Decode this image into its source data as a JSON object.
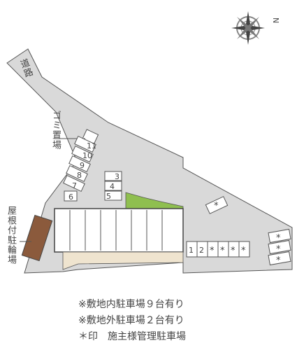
{
  "road_label": "道路",
  "garbage_label": "ゴミ置場",
  "bicycle_label": "屋根付駐輪場",
  "compass_label": "N",
  "parking_onsite": [
    "11",
    "10",
    "9",
    "8",
    "7",
    "6",
    "3",
    "4",
    "5"
  ],
  "parking_offsite": [
    "*"
  ],
  "parking_row": [
    "1",
    "2",
    "*",
    "*",
    "*",
    "*"
  ],
  "parking_right": [
    "*",
    "*",
    "*"
  ],
  "notes": [
    "※敷地内駐車場９台有り",
    "※敷地外駐車場２台有り",
    "＊印　施主様管理駐車場"
  ],
  "colors": {
    "site": "#d9d9d9",
    "building": "#ffffff",
    "sand": "#efe4cf",
    "green": "#8fbf4f",
    "brown": "#8b5a3c"
  }
}
